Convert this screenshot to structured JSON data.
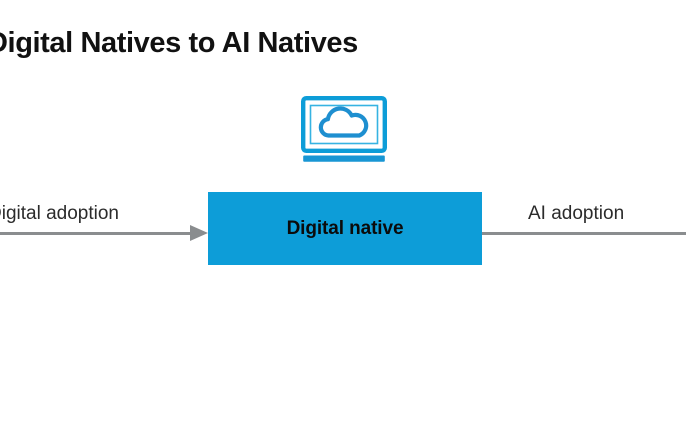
{
  "page": {
    "title": "Digital Natives to AI Natives",
    "background_color": "#ffffff"
  },
  "colors": {
    "brand_blue": "#0d9dd8",
    "line_gray": "#8a8d8f",
    "text_black": "#111111",
    "label_text": "#2b2b2b"
  },
  "diagram": {
    "type": "flow",
    "icon": {
      "name": "cloud-monitor-icon",
      "color": "#0d9dd8"
    },
    "node": {
      "label": "Digital native",
      "fill": "#0d9dd8",
      "text_color": "#0b0b0b"
    },
    "edges": [
      {
        "name": "incoming",
        "label": "Digital adoption",
        "arrowhead": true,
        "color": "#8a8d8f"
      },
      {
        "name": "outgoing",
        "label": "AI adoption",
        "arrowhead": false,
        "color": "#8a8d8f"
      }
    ]
  }
}
